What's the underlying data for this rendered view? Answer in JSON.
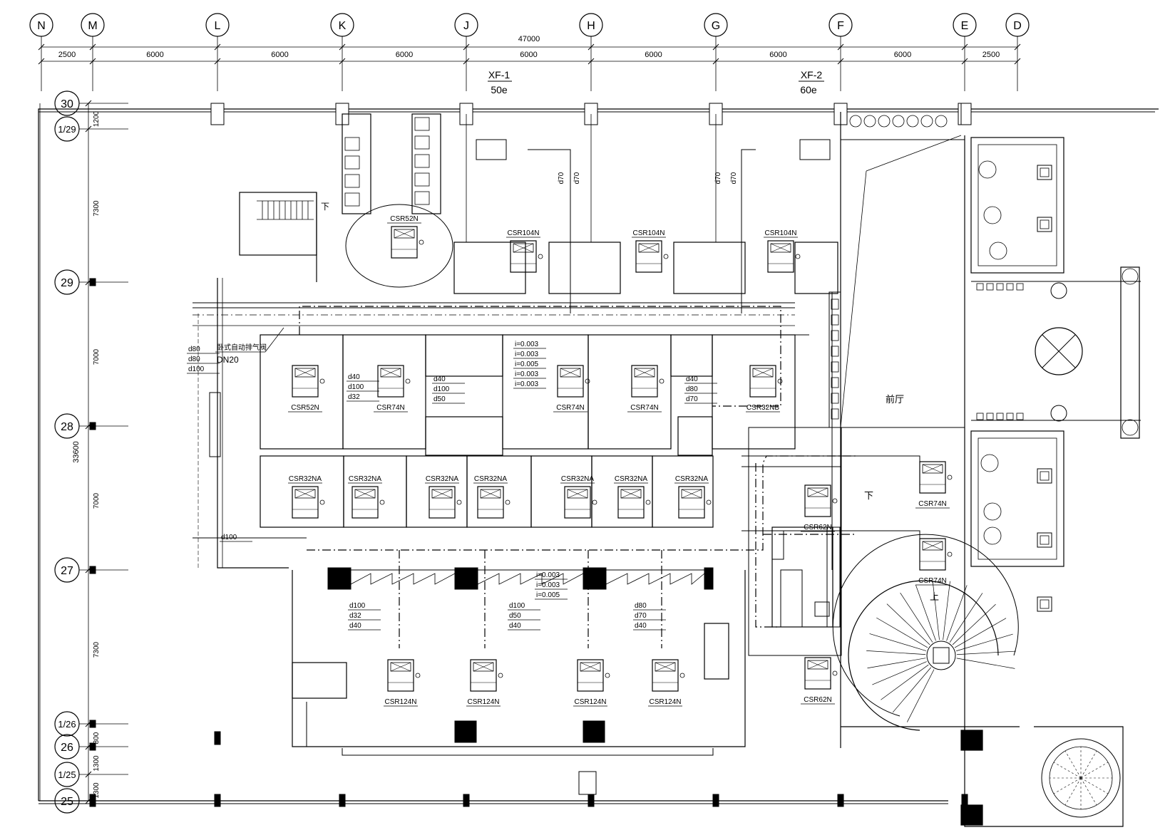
{
  "axes": {
    "columns": [
      "N",
      "M",
      "L",
      "K",
      "J",
      "H",
      "G",
      "F",
      "E",
      "D"
    ],
    "rows": [
      "30",
      "1/29",
      "29",
      "28",
      "27",
      "1/26",
      "26",
      "1/25",
      "25"
    ]
  },
  "dimensions": {
    "overall": "47000",
    "column_spans": [
      "2500",
      "6000",
      "6000",
      "6000",
      "6000",
      "6000",
      "6000",
      "6000",
      "2500"
    ],
    "overall_vertical": "33600",
    "row_spans": [
      "1200",
      "7300",
      "7000",
      "7000",
      "7300",
      "800",
      "1300",
      "1300"
    ]
  },
  "fans": [
    {
      "id": "XF-1",
      "value": "50e"
    },
    {
      "id": "XF-2",
      "value": "60e"
    }
  ],
  "units": [
    {
      "label": "CSR52N"
    },
    {
      "label": "CSR104N"
    },
    {
      "label": "CSR104N"
    },
    {
      "label": "CSR104N"
    },
    {
      "label": "CSR52N"
    },
    {
      "label": "CSR74N"
    },
    {
      "label": "CSR74N"
    },
    {
      "label": "CSR74N"
    },
    {
      "label": "CSR32NB"
    },
    {
      "label": "CSR32NA"
    },
    {
      "label": "CSR32NA"
    },
    {
      "label": "CSR32NA"
    },
    {
      "label": "CSR32NA"
    },
    {
      "label": "CSR32NA"
    },
    {
      "label": "CSR32NA"
    },
    {
      "label": "CSR32NA"
    },
    {
      "label": "CSR74N"
    },
    {
      "label": "CSR62N"
    },
    {
      "label": "CSR74N"
    },
    {
      "label": "CSR62N"
    },
    {
      "label": "CSR124N"
    },
    {
      "label": "CSR124N"
    },
    {
      "label": "CSR124N"
    },
    {
      "label": "CSR124N"
    }
  ],
  "pipe_notes": [
    {
      "lines": [
        "d80",
        "d80",
        "d100"
      ]
    },
    {
      "lines": [
        "d40",
        "d100",
        "d32"
      ]
    },
    {
      "lines": [
        "d40",
        "d100",
        "d50"
      ]
    },
    {
      "lines": [
        "i=0.003",
        "i=0.003",
        "i=0.005",
        "i=0.003",
        "i=0.003"
      ]
    },
    {
      "lines": [
        "d40",
        "d80",
        "d70"
      ]
    },
    {
      "lines": [
        "d100",
        "d32",
        "d40"
      ]
    },
    {
      "lines": [
        "d100",
        "d50",
        "d40"
      ]
    },
    {
      "lines": [
        "i=0.003",
        "i=0.003",
        "i=0.005"
      ]
    },
    {
      "lines": [
        "d80",
        "d70",
        "d40"
      ]
    },
    {
      "lines": [
        "d100"
      ]
    },
    {
      "lines": [
        "d70"
      ]
    },
    {
      "lines": [
        "d70"
      ]
    },
    {
      "lines": [
        "d70"
      ]
    },
    {
      "lines": [
        "d70"
      ]
    }
  ],
  "texts": {
    "vent_valve": "卧式自动排气阀",
    "dn": "DN20",
    "lobby": "前厅",
    "down1": "下",
    "down2": "下",
    "up": "上"
  }
}
